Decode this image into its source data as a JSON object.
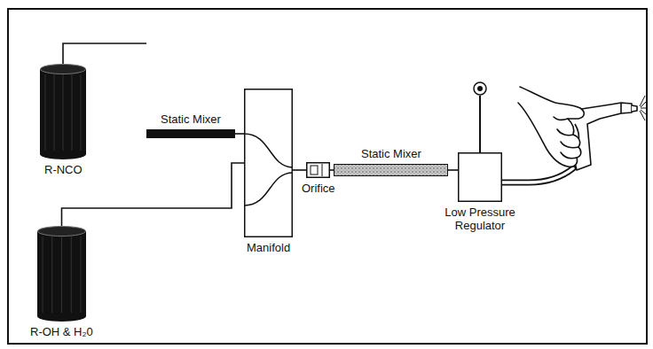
{
  "diagram": {
    "nodes": [
      {
        "text": [
          "R-NCO"
        ]
      },
      {
        "text": [
          "R-OH & H₂0"
        ]
      },
      {
        "text": [
          "Static Mixer"
        ]
      },
      {
        "text": [
          "Manifold"
        ]
      },
      {
        "text": [
          "Orifice"
        ]
      },
      {
        "text": [
          "Static Mixer"
        ]
      },
      {
        "text": [
          "Low Pressure Regulator"
        ]
      }
    ],
    "edges": [
      {
        "from": 0,
        "to": 2,
        "arrow": "none"
      },
      {
        "from": 2,
        "to": 3,
        "arrow": "none"
      },
      {
        "from": 1,
        "to": 3,
        "arrow": "none"
      },
      {
        "from": 3,
        "to": 4,
        "arrow": "none"
      },
      {
        "from": 4,
        "to": 5,
        "arrow": "none"
      },
      {
        "from": 5,
        "to": 6,
        "arrow": "none"
      }
    ]
  }
}
